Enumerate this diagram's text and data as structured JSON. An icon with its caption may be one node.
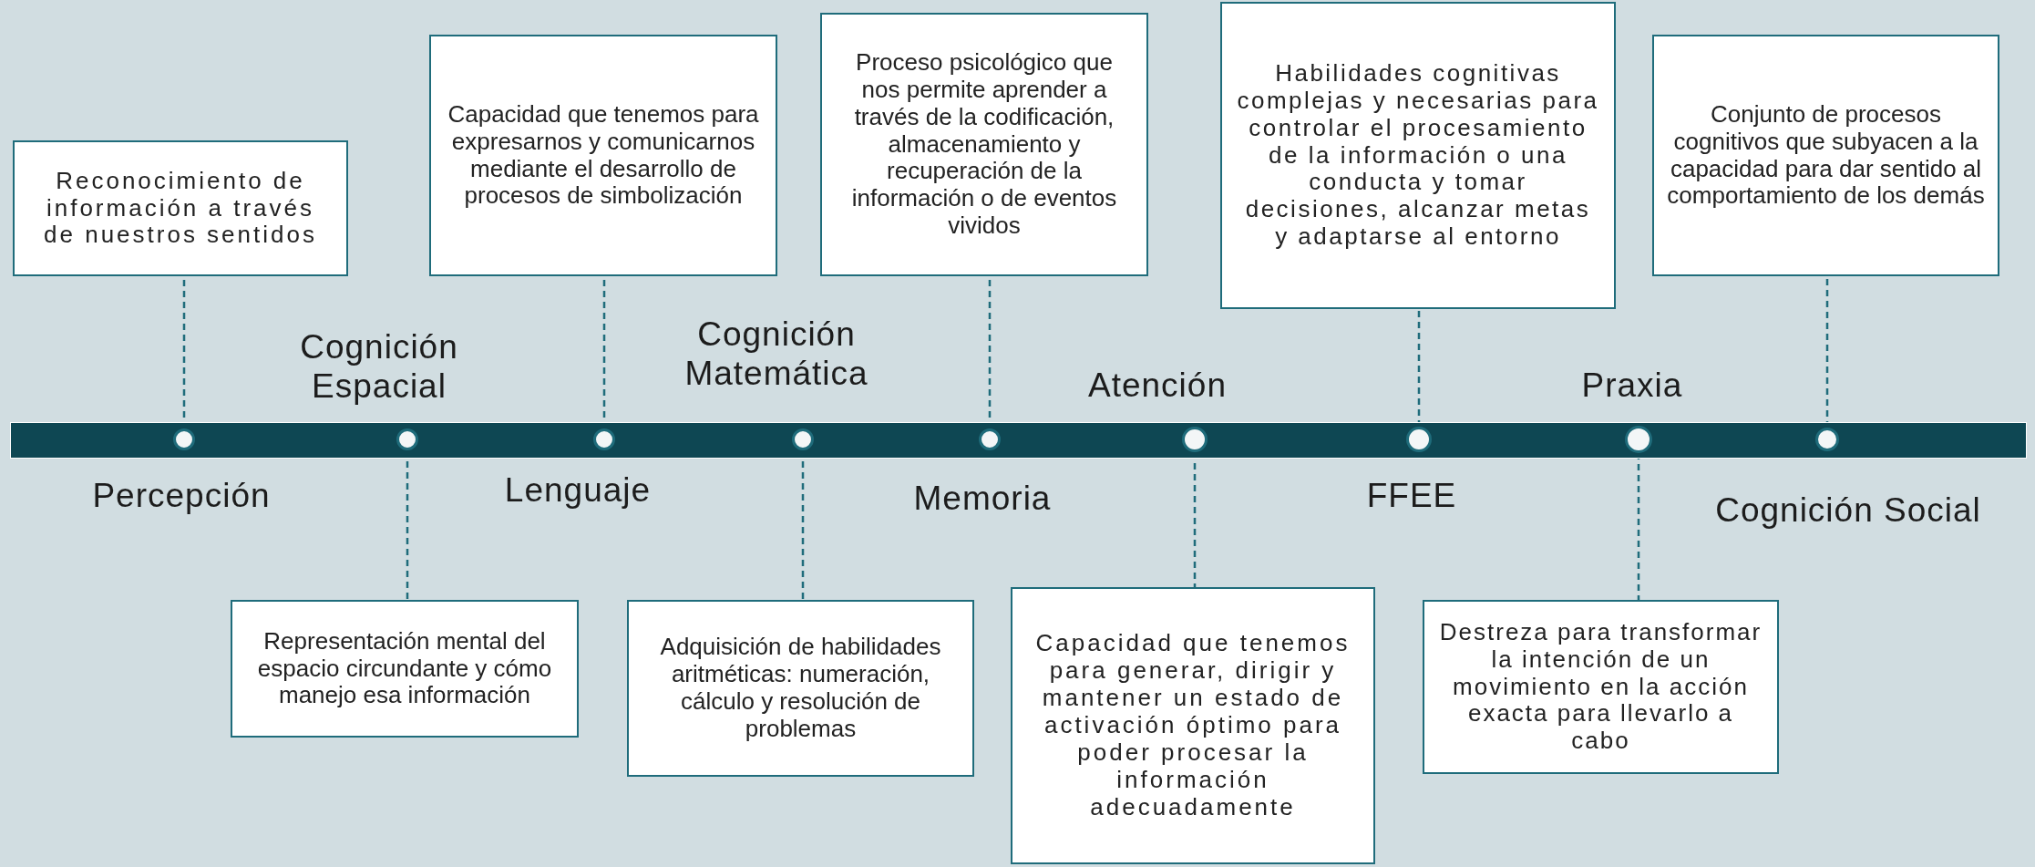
{
  "diagram": {
    "nodes": [
      {
        "text": [],
        "shape": "bar"
      },
      {
        "text": [],
        "shape": "circle",
        "in": 0,
        "beside": [
          "Percepción"
        ]
      },
      {
        "text": [],
        "shape": "circle",
        "in": 0,
        "beside": [
          "Cognición Espacial"
        ]
      },
      {
        "text": [],
        "shape": "circle",
        "in": 0,
        "beside": [
          "Lenguaje"
        ]
      },
      {
        "text": [],
        "shape": "circle",
        "in": 0,
        "beside": [
          "Cognición Matemática"
        ]
      },
      {
        "text": [],
        "shape": "circle",
        "in": 0,
        "beside": [
          "Memoria"
        ]
      },
      {
        "text": [],
        "shape": "circle",
        "in": 0,
        "beside": [
          "Atención"
        ]
      },
      {
        "text": [],
        "shape": "circle",
        "in": 0,
        "beside": [
          "FFEE"
        ]
      },
      {
        "text": [],
        "shape": "circle",
        "in": 0,
        "beside": [
          "Praxia"
        ]
      },
      {
        "text": [],
        "shape": "circle",
        "in": 0,
        "beside": [
          "Cognición Social"
        ]
      },
      {
        "text": [
          "Reconocimiento de información a través de nuestros sentidos"
        ]
      },
      {
        "text": [
          "Representación mental del espacio circundante y cómo manejo esa información"
        ]
      },
      {
        "text": [
          "Capacidad que tenemos para expresarnos y comunicarnos mediante el desarrollo de procesos de simbolización"
        ]
      },
      {
        "text": [
          "Adquisición de habilidades aritméticas: numeración, cálculo y resolución de problemas"
        ]
      },
      {
        "text": [
          "Proceso psicológico que nos permite aprender a través de la codificación, almacenamiento y recuperación de la información o de eventos vividos"
        ]
      },
      {
        "text": [
          "Capacidad que tenemos para generar, dirigir y mantener un estado de activación óptimo para poder procesar la información adecuadamente"
        ]
      },
      {
        "text": [
          "Habilidades cognitivas complejas y necesarias para controlar el procesamiento de la información o una conducta y tomar decisiones, alcanzar metas y adaptarse al entorno"
        ]
      },
      {
        "text": [
          "Destreza para transformar la intención de un movimiento en la acción exacta para llevarlo a cabo"
        ]
      },
      {
        "text": [
          "Conjunto de procesos cognitivos que subyacen a la capacidad para dar sentido al comportamiento de los demás"
        ]
      }
    ],
    "edges": [
      {
        "from": 1,
        "to": 10,
        "arrow": "none",
        "style": "dashed"
      },
      {
        "from": 2,
        "to": 11,
        "arrow": "none",
        "style": "dashed"
      },
      {
        "from": 3,
        "to": 12,
        "arrow": "none",
        "style": "dashed"
      },
      {
        "from": 4,
        "to": 13,
        "arrow": "none",
        "style": "dashed"
      },
      {
        "from": 5,
        "to": 14,
        "arrow": "none",
        "style": "dashed"
      },
      {
        "from": 6,
        "to": 15,
        "arrow": "none",
        "style": "dashed"
      },
      {
        "from": 7,
        "to": 16,
        "arrow": "none",
        "style": "dashed"
      },
      {
        "from": 8,
        "to": 17,
        "arrow": "none",
        "style": "dashed"
      },
      {
        "from": 9,
        "to": 18,
        "arrow": "none",
        "style": "dashed"
      }
    ]
  }
}
